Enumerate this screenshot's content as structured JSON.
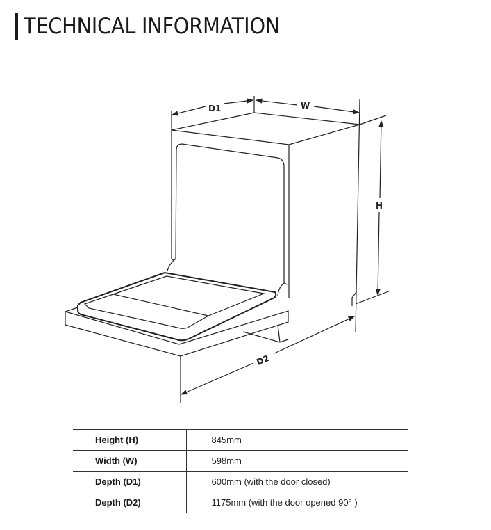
{
  "title": "TECHNICAL INFORMATION",
  "diagram": {
    "labels": {
      "d1": "D1",
      "w": "W",
      "h": "H",
      "d2": "D2"
    }
  },
  "specs": [
    {
      "label": "Height (H)",
      "value": "845mm"
    },
    {
      "label": "Width (W)",
      "value": "598mm"
    },
    {
      "label": "Depth (D1)",
      "value": "600mm (with the door closed)"
    },
    {
      "label": "Depth (D2)",
      "value": "1175mm (with the door opened 90°  )"
    }
  ]
}
